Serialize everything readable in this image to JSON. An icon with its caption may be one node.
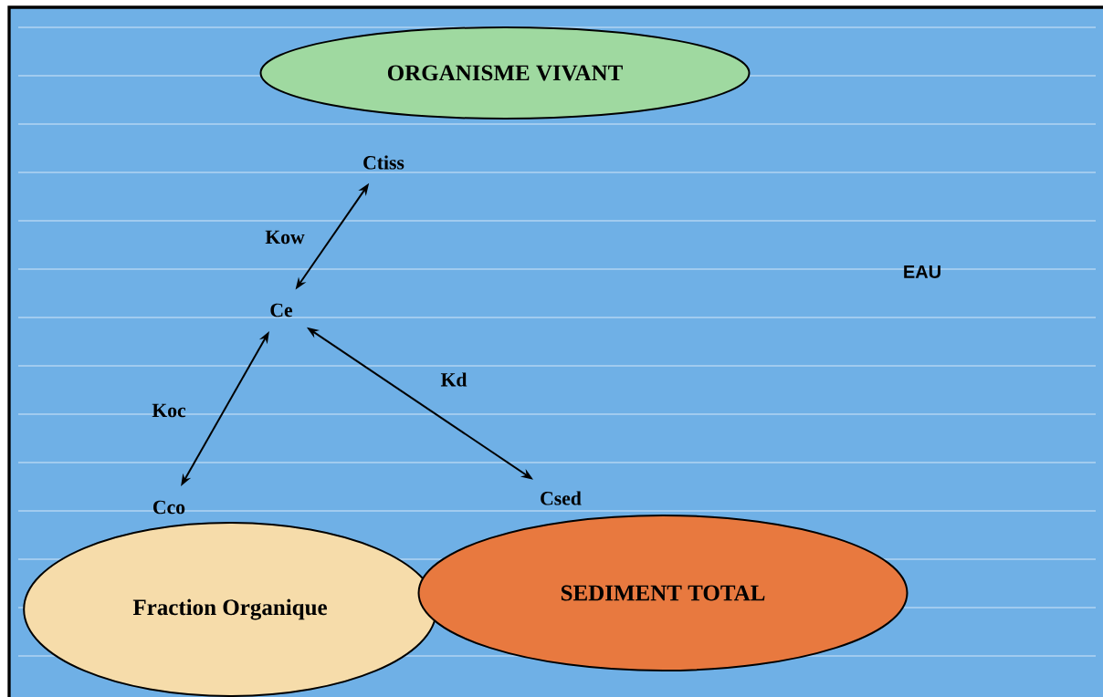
{
  "diagram": {
    "nodes": [
      {
        "text": [
          "ORGANISME VIVANT"
        ]
      },
      {
        "text": [
          "Ctiss"
        ]
      },
      {
        "text": [
          "Ce"
        ]
      },
      {
        "text": [
          "Cco"
        ]
      },
      {
        "text": [
          "Csed"
        ]
      },
      {
        "text": [
          "Fraction Organique"
        ]
      },
      {
        "text": [
          "SEDIMENT TOTAL"
        ]
      }
    ],
    "edges": [
      {
        "from": 1,
        "to": 2,
        "arrow": "both",
        "label": "Kow"
      },
      {
        "from": 3,
        "to": 2,
        "arrow": "both",
        "label": "Koc"
      },
      {
        "from": 2,
        "to": 4,
        "arrow": "both",
        "label": "Kd"
      }
    ],
    "labels": [
      "EAU"
    ]
  }
}
